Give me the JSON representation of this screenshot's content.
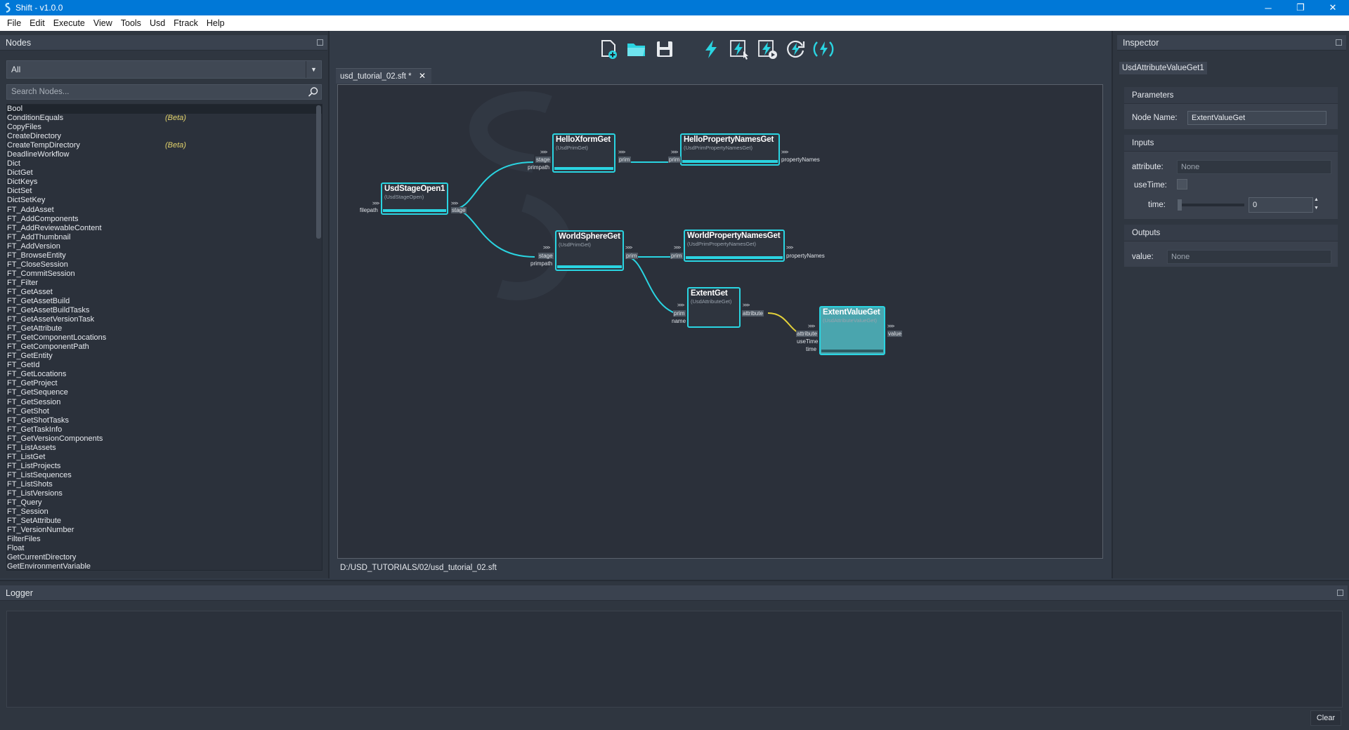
{
  "window": {
    "title": "Shift - v1.0.0",
    "minimize": "─",
    "restore": "❐",
    "close": "✕"
  },
  "menu": [
    "File",
    "Edit",
    "Execute",
    "View",
    "Tools",
    "Usd",
    "Ftrack",
    "Help"
  ],
  "nodes_panel": {
    "title": "Nodes",
    "filter_value": "All",
    "filter_arrow": "▼",
    "search_placeholder": "Search Nodes...",
    "items": [
      {
        "label": "Bool",
        "beta": ""
      },
      {
        "label": "ConditionEquals",
        "beta": "(Beta)"
      },
      {
        "label": "CopyFiles",
        "beta": ""
      },
      {
        "label": "CreateDirectory",
        "beta": ""
      },
      {
        "label": "CreateTempDirectory",
        "beta": "(Beta)"
      },
      {
        "label": "DeadlineWorkflow",
        "beta": ""
      },
      {
        "label": "Dict",
        "beta": ""
      },
      {
        "label": "DictGet",
        "beta": ""
      },
      {
        "label": "DictKeys",
        "beta": ""
      },
      {
        "label": "DictSet",
        "beta": ""
      },
      {
        "label": "DictSetKey",
        "beta": ""
      },
      {
        "label": "FT_AddAsset",
        "beta": ""
      },
      {
        "label": "FT_AddComponents",
        "beta": ""
      },
      {
        "label": "FT_AddReviewableContent",
        "beta": ""
      },
      {
        "label": "FT_AddThumbnail",
        "beta": ""
      },
      {
        "label": "FT_AddVersion",
        "beta": ""
      },
      {
        "label": "FT_BrowseEntity",
        "beta": ""
      },
      {
        "label": "FT_CloseSession",
        "beta": ""
      },
      {
        "label": "FT_CommitSession",
        "beta": ""
      },
      {
        "label": "FT_Filter",
        "beta": ""
      },
      {
        "label": "FT_GetAsset",
        "beta": ""
      },
      {
        "label": "FT_GetAssetBuild",
        "beta": ""
      },
      {
        "label": "FT_GetAssetBuildTasks",
        "beta": ""
      },
      {
        "label": "FT_GetAssetVersionTask",
        "beta": ""
      },
      {
        "label": "FT_GetAttribute",
        "beta": ""
      },
      {
        "label": "FT_GetComponentLocations",
        "beta": ""
      },
      {
        "label": "FT_GetComponentPath",
        "beta": ""
      },
      {
        "label": "FT_GetEntity",
        "beta": ""
      },
      {
        "label": "FT_GetId",
        "beta": ""
      },
      {
        "label": "FT_GetLocations",
        "beta": ""
      },
      {
        "label": "FT_GetProject",
        "beta": ""
      },
      {
        "label": "FT_GetSequence",
        "beta": ""
      },
      {
        "label": "FT_GetSession",
        "beta": ""
      },
      {
        "label": "FT_GetShot",
        "beta": ""
      },
      {
        "label": "FT_GetShotTasks",
        "beta": ""
      },
      {
        "label": "FT_GetTaskInfo",
        "beta": ""
      },
      {
        "label": "FT_GetVersionComponents",
        "beta": ""
      },
      {
        "label": "FT_ListAssets",
        "beta": ""
      },
      {
        "label": "FT_ListGet",
        "beta": ""
      },
      {
        "label": "FT_ListProjects",
        "beta": ""
      },
      {
        "label": "FT_ListSequences",
        "beta": ""
      },
      {
        "label": "FT_ListShots",
        "beta": ""
      },
      {
        "label": "FT_ListVersions",
        "beta": ""
      },
      {
        "label": "FT_Query",
        "beta": ""
      },
      {
        "label": "FT_Session",
        "beta": ""
      },
      {
        "label": "FT_SetAttribute",
        "beta": ""
      },
      {
        "label": "FT_VersionNumber",
        "beta": ""
      },
      {
        "label": "FilterFiles",
        "beta": ""
      },
      {
        "label": "Float",
        "beta": ""
      },
      {
        "label": "GetCurrentDirectory",
        "beta": ""
      },
      {
        "label": "GetEnvironmentVariable",
        "beta": ""
      }
    ]
  },
  "toolbar": {
    "icons": [
      "new-file-icon",
      "open-folder-icon",
      "save-icon",
      "execute-icon",
      "execute-selected-icon",
      "execute-step-icon",
      "reload-execute-icon",
      "live-execute-icon"
    ]
  },
  "editor": {
    "tab_label": "usd_tutorial_02.sft *",
    "tab_close": "✕",
    "file_path": "D:/USD_TUTORIALS/02/usd_tutorial_02.sft"
  },
  "graph": {
    "nodes": {
      "stage_open": {
        "title": "UsdStageOpen1",
        "type": "(UsdStageOpen)",
        "in": [
          "filepath"
        ],
        "out": [
          "stage"
        ]
      },
      "hello_xform": {
        "title": "HelloXformGet",
        "type": "(UsdPrimGet)",
        "in": [
          "stage",
          "primpath"
        ],
        "out": [
          "prim"
        ]
      },
      "hello_props": {
        "title": "HelloPropertyNamesGet",
        "type": "(UsdPrimPropertyNamesGet)",
        "in": [
          "prim"
        ],
        "out": [
          "propertyNames"
        ]
      },
      "world_sphere": {
        "title": "WorldSphereGet",
        "type": "(UsdPrimGet)",
        "in": [
          "stage",
          "primpath"
        ],
        "out": [
          "prim"
        ]
      },
      "world_props": {
        "title": "WorldPropertyNamesGet",
        "type": "(UsdPrimPropertyNamesGet)",
        "in": [
          "prim"
        ],
        "out": [
          "propertyNames"
        ]
      },
      "extent_get": {
        "title": "ExtentGet",
        "type": "(UsdAttributeGet)",
        "in": [
          "prim",
          "name"
        ],
        "out": [
          "attribute"
        ]
      },
      "extent_value": {
        "title": "ExtentValueGet",
        "type": "(UsdAttributeValueGet)",
        "in": [
          "attribute",
          "useTime",
          "time"
        ],
        "out": [
          "value"
        ]
      }
    },
    "port_arrows": ">>>",
    "colors": {
      "link": "#2ad4e1",
      "link_attribute": "#e3d13a",
      "node_border": "#2ad4e1"
    }
  },
  "inspector": {
    "title": "Inspector",
    "node_tag": "UsdAttributeValueGet1",
    "parameters": {
      "header": "Parameters",
      "node_name_label": "Node Name:",
      "node_name_value": "ExtentValueGet"
    },
    "inputs": {
      "header": "Inputs",
      "attribute_label": "attribute:",
      "attribute_value": "None",
      "usetime_label": "useTime:",
      "time_label": "time:",
      "time_value": "0",
      "spin_up": "▲",
      "spin_down": "▼"
    },
    "outputs": {
      "header": "Outputs",
      "value_label": "value:",
      "value_value": "None"
    }
  },
  "logger": {
    "title": "Logger",
    "clear_label": "Clear"
  }
}
